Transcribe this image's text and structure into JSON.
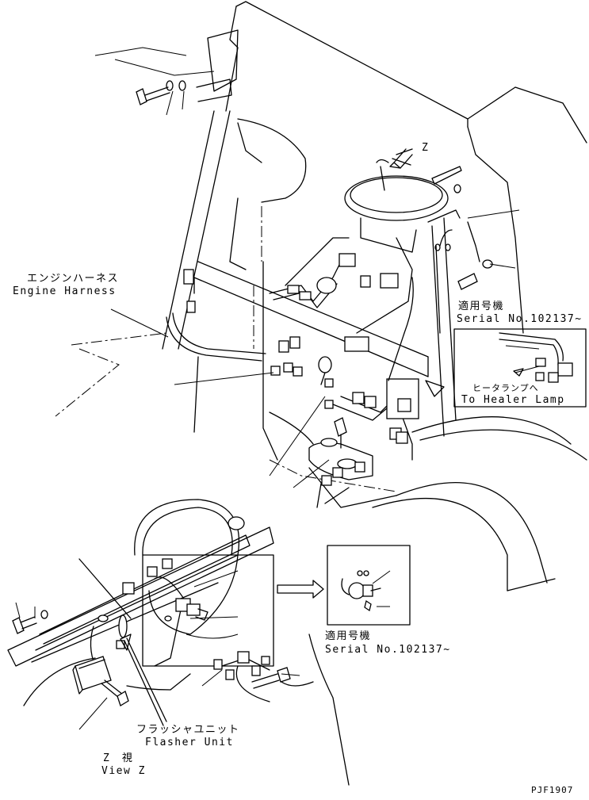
{
  "labels": {
    "engine_harness_jp": "エンジンハーネス",
    "engine_harness_en": "Engine Harness",
    "view_arrow_letter": "Z",
    "serial_jp_top": "適用号機",
    "serial_en_top": "Serial No.102137~",
    "heater_lamp_jp": "ヒータランプへ",
    "heater_lamp_en": "To Healer Lamp",
    "serial_jp_bottom": "適用号機",
    "serial_en_bottom": "Serial No.102137~",
    "flasher_unit_jp": "フラッシャユニット",
    "flasher_unit_en": "Flasher Unit",
    "view_z_jp": "Z　視",
    "view_z_en": "View Z",
    "drawing_code": "PJF1907"
  }
}
